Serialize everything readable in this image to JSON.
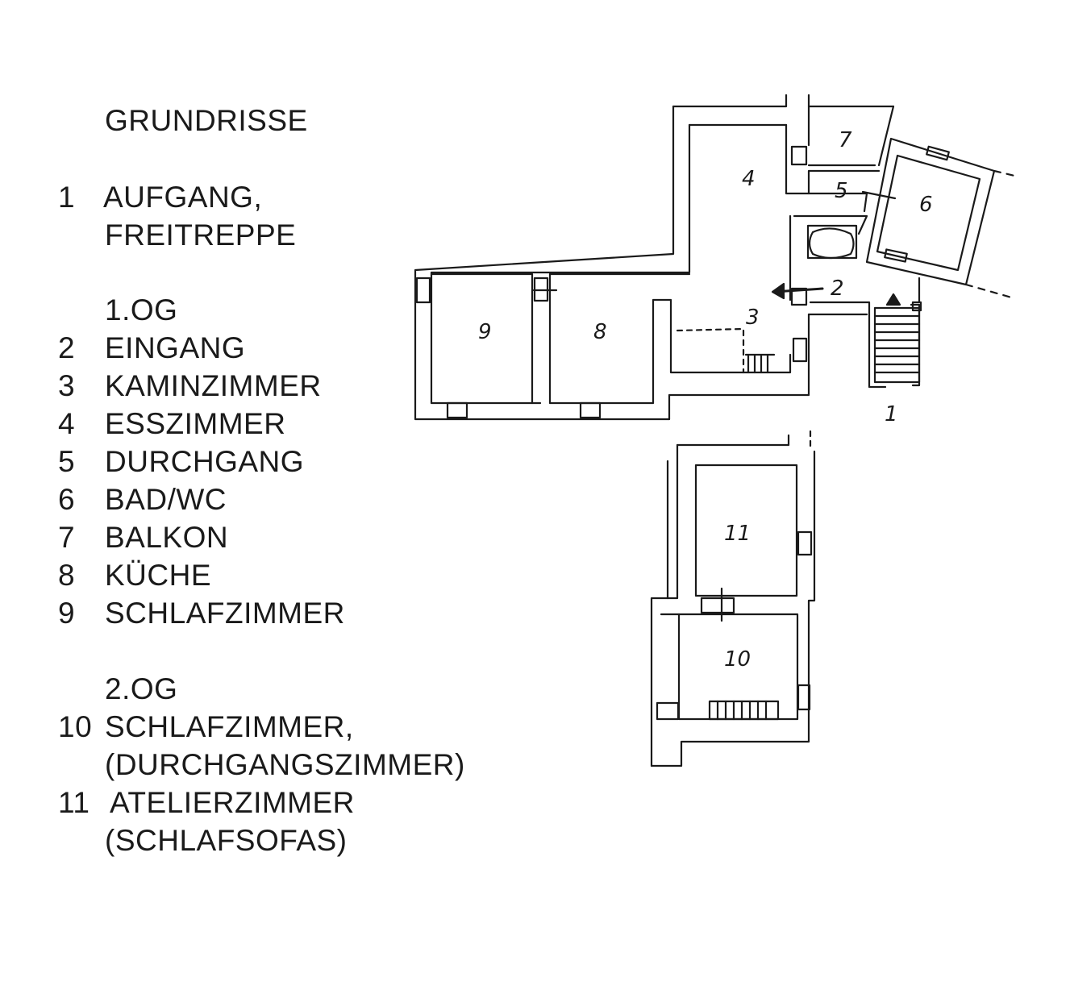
{
  "title": "GRUNDRISSE",
  "legend": {
    "entrance": [
      {
        "num": "1",
        "label": "AUFGANG,"
      },
      {
        "num": "",
        "label": "FREITREPPE"
      }
    ],
    "floor1": {
      "heading": "1.OG",
      "items": [
        {
          "num": "2",
          "label": "EINGANG"
        },
        {
          "num": "3",
          "label": "KAMINZIMMER"
        },
        {
          "num": "4",
          "label": "ESSZIMMER"
        },
        {
          "num": "5",
          "label": "DURCHGANG"
        },
        {
          "num": "6",
          "label": "BAD/WC"
        },
        {
          "num": "7",
          "label": "BALKON"
        },
        {
          "num": "8",
          "label": "KÜCHE"
        },
        {
          "num": "9",
          "label": "SCHLAFZIMMER"
        }
      ]
    },
    "floor2": {
      "heading": "2.OG",
      "items": [
        {
          "num": "10",
          "label": "SCHLAFZIMMER,"
        },
        {
          "num": "",
          "label": "(DURCHGANGSZIMMER)"
        },
        {
          "num": "11",
          "label": "ATELIERZIMMER"
        },
        {
          "num": "",
          "label": "(SCHLAFSOFAS)"
        }
      ]
    }
  },
  "plan": {
    "room_labels": {
      "r1": "1",
      "r2": "2",
      "r3": "3",
      "r4": "4",
      "r5": "5",
      "r6": "6",
      "r7": "7",
      "r8": "8",
      "r9": "9",
      "r10": "10",
      "r11": "11"
    },
    "line_color": "#1a1a1a"
  }
}
